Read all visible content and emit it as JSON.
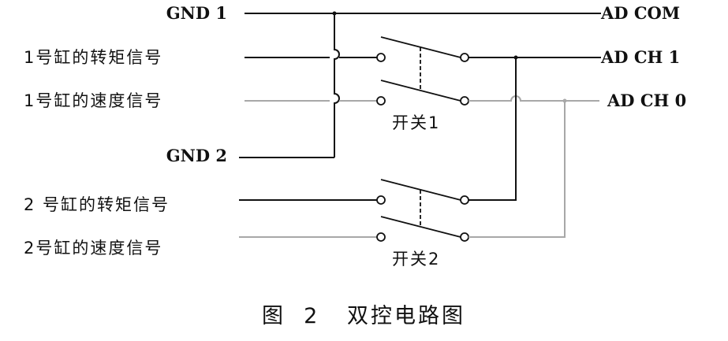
{
  "labels": {
    "gnd1": "GND 1",
    "cyl1_torque": "1号缸的转矩信号",
    "cyl1_speed": "1号缸的速度信号",
    "gnd2": "GND 2",
    "cyl2_torque": "2 号缸的转矩信号",
    "cyl2_speed": "2号缸的速度信号",
    "ad_com": "AD COM",
    "ad_ch1": "AD CH 1",
    "ad_ch0": "AD CH 0",
    "switch1": "开关1",
    "switch2": "开关2"
  },
  "caption": "图  2   双控电路图",
  "colors": {
    "black_wire": "#111111",
    "gray_wire": "#a8a8a8",
    "background": "#ffffff"
  }
}
